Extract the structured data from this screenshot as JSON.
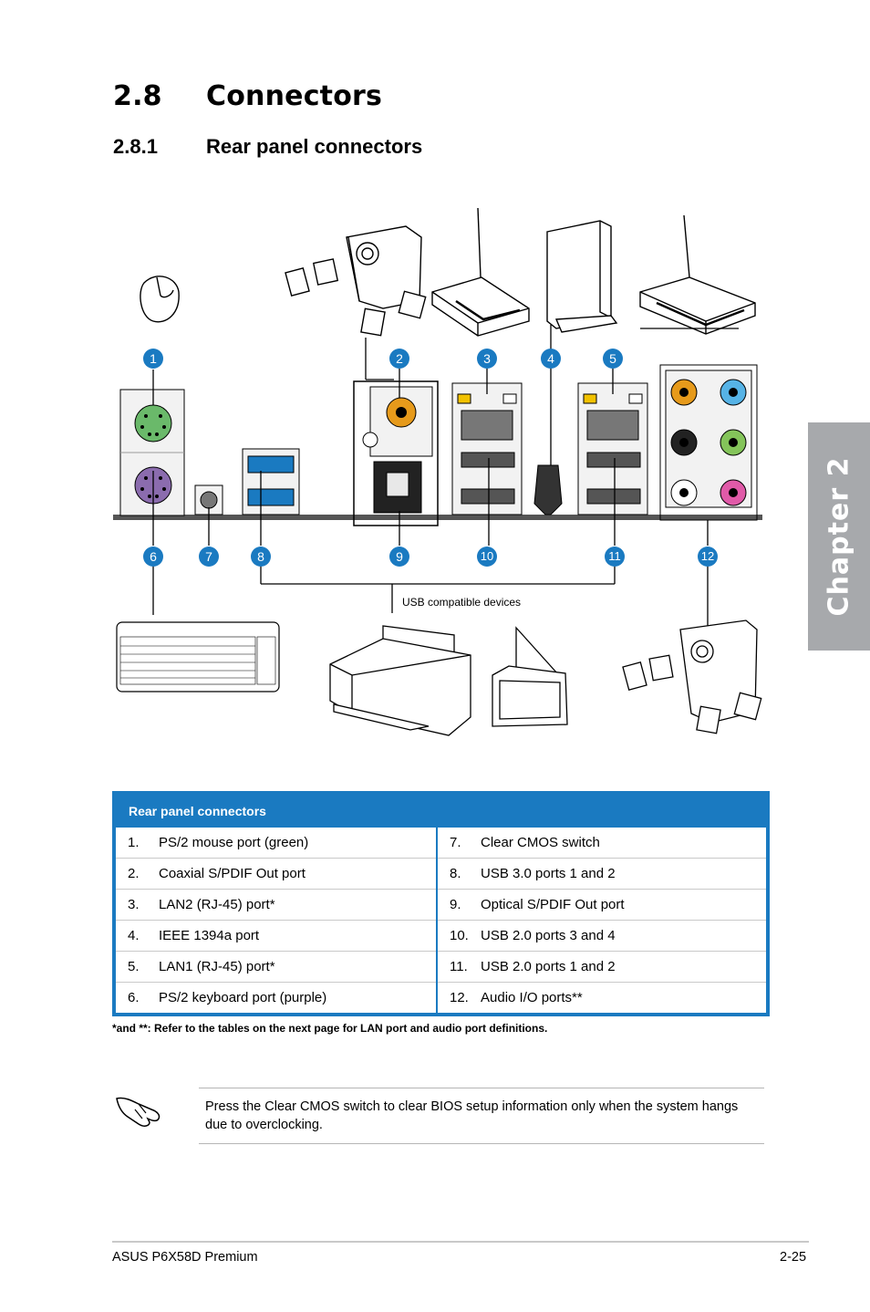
{
  "section": {
    "number": "2.8",
    "title": "Connectors"
  },
  "subsection": {
    "number": "2.8.1",
    "title": "Rear panel connectors"
  },
  "chapter_tab": "Chapter 2",
  "diagram": {
    "callouts": [
      "1",
      "2",
      "3",
      "4",
      "5",
      "6",
      "7",
      "8",
      "9",
      "10",
      "11",
      "12"
    ],
    "usb_label": "USB compatible devices",
    "icons": [
      "mouse-icon",
      "speakers-icon",
      "wireless-router-icon",
      "external-drive-icon",
      "keyboard-icon",
      "printer-icon",
      "scanner-icon"
    ]
  },
  "table": {
    "header": "Rear panel connectors",
    "rows": [
      {
        "left_num": "1.",
        "left": "PS/2 mouse port (green)",
        "right_num": "7.",
        "right": "Clear CMOS switch"
      },
      {
        "left_num": "2.",
        "left": "Coaxial S/PDIF Out port",
        "right_num": "8.",
        "right": "USB 3.0 ports 1 and 2"
      },
      {
        "left_num": "3.",
        "left": "LAN2 (RJ-45) port*",
        "right_num": "9.",
        "right": "Optical S/PDIF Out port"
      },
      {
        "left_num": "4.",
        "left": "IEEE 1394a port",
        "right_num": "10.",
        "right": "USB 2.0 ports 3 and 4"
      },
      {
        "left_num": "5.",
        "left": "LAN1 (RJ-45) port*",
        "right_num": "11.",
        "right": "USB 2.0 ports 1 and 2"
      },
      {
        "left_num": "6.",
        "left": "PS/2 keyboard port (purple)",
        "right_num": "12.",
        "right": "Audio I/O ports**"
      }
    ]
  },
  "footnote": "*and **: Refer to the tables on the next page for LAN port and audio port definitions.",
  "note": {
    "icon": "hand-pointing-icon",
    "text": "Press the Clear CMOS switch to clear BIOS setup information only when the system hangs due to overclocking."
  },
  "footer": {
    "left": "ASUS P6X58D Premium",
    "right": "2-25"
  },
  "colors": {
    "accent_blue": "#1a7ac1",
    "chapter_tab_gray": "#a7a9ac",
    "ps2_mouse_green": "#6ab96a",
    "ps2_keyboard_purple": "#8b6cae",
    "spdif_coax_orange": "#e69a1b"
  }
}
